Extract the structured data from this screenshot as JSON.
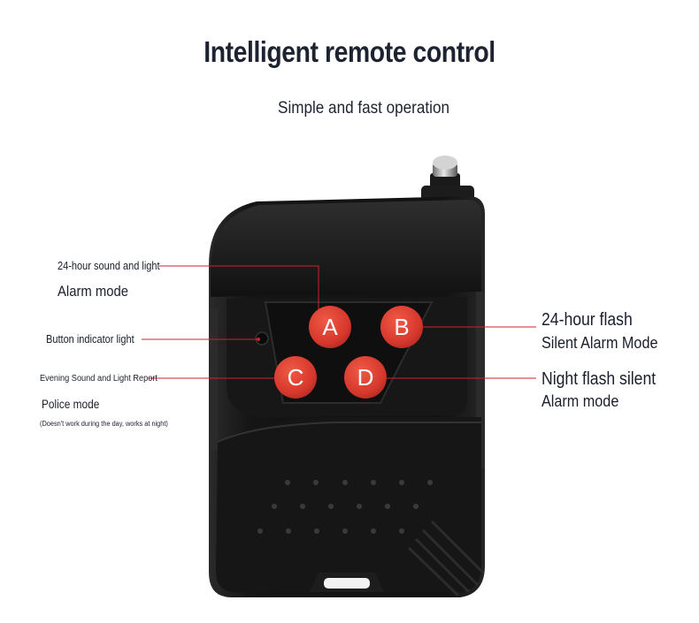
{
  "header": {
    "title": "Intelligent remote control",
    "subtitle": "Simple and fast operation"
  },
  "remote": {
    "buttons": [
      {
        "key": "A"
      },
      {
        "key": "B"
      },
      {
        "key": "C"
      },
      {
        "key": "D"
      }
    ],
    "button_color": "#d6372c",
    "body_color": "#141414",
    "callout_line_color": "#c8242d",
    "icons": [
      "antenna-icon",
      "indicator-led-icon",
      "keyring-loop-icon"
    ]
  },
  "callouts": {
    "a": {
      "line1": "24-hour sound and light",
      "line2": "Alarm mode"
    },
    "indicator": {
      "label": "Button indicator light"
    },
    "c": {
      "line1": "Evening Sound and Light Report",
      "line2": "Police mode",
      "note": "(Doesn't work during the day, works at night)"
    },
    "b": {
      "line1": "24-hour flash",
      "line2": "Silent Alarm Mode"
    },
    "d": {
      "line1": "Night flash silent",
      "line2": "Alarm mode"
    }
  }
}
